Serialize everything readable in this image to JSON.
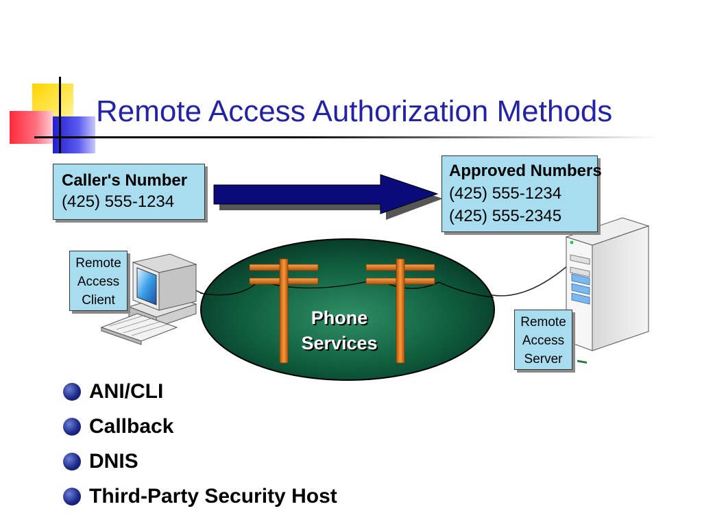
{
  "title": "Remote Access Authorization Methods",
  "caller_box": {
    "heading": "Caller's Number",
    "number": "(425) 555-1234"
  },
  "approved_box": {
    "heading": "Approved Numbers",
    "numbers": [
      "(425) 555-1234",
      "(425) 555-2345"
    ]
  },
  "client_box": {
    "lines": [
      "Remote",
      "Access",
      "Client"
    ]
  },
  "server_box": {
    "lines": [
      "Remote",
      "Access",
      "Server"
    ]
  },
  "phone_services": {
    "lines": [
      "Phone",
      "Services"
    ]
  },
  "bullets": [
    "ANI/CLI",
    "Callback",
    "DNIS",
    "Third-Party Security Host"
  ],
  "colors": {
    "title": "#2323a8",
    "box_fill": "#a8dcef",
    "arrow": "#0a0a7a",
    "ellipse": "#0f5e3e",
    "pole": "#e0781e"
  },
  "icons": {
    "client": "computer-icon",
    "server": "server-icon",
    "pole": "telephone-pole-icon"
  }
}
